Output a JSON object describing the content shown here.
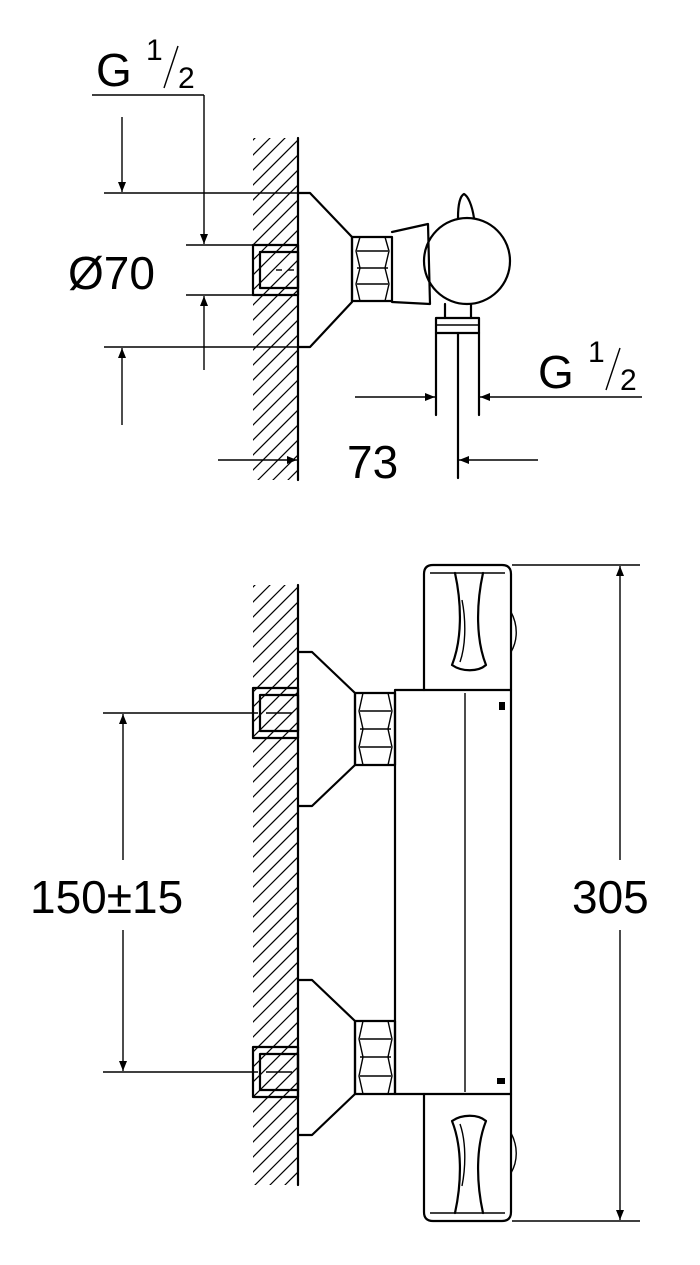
{
  "labels": {
    "thread_top_main": "G",
    "thread_top_num": "1",
    "thread_top_den": "2",
    "diameter": "Ø70",
    "thread_right_main": "G",
    "thread_right_num": "1",
    "thread_right_den": "2",
    "depth": "73",
    "centre_distance": "150±15",
    "height": "305"
  }
}
